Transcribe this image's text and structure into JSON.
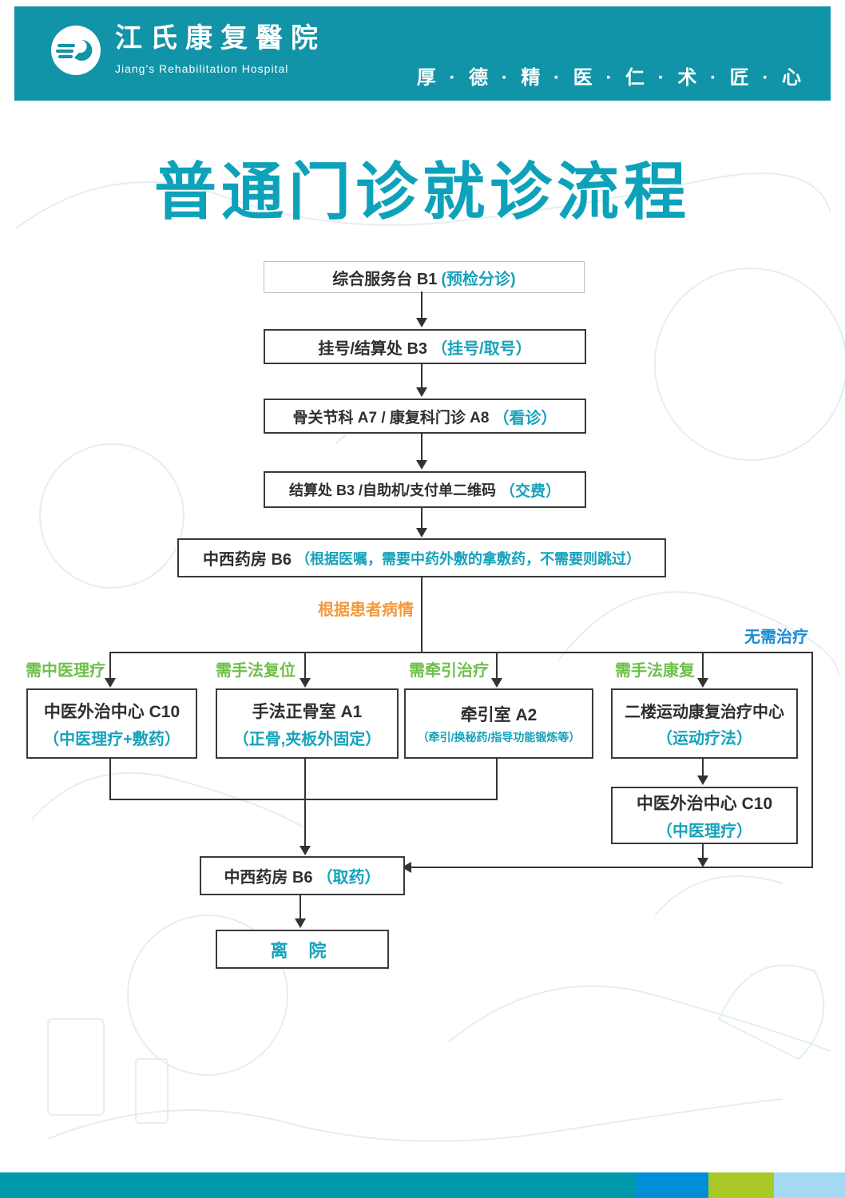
{
  "header": {
    "hospital_name_zh": "江氏康复醫院",
    "hospital_name_en": "Jiang's Rehabilitation Hospital",
    "slogan": "厚 · 德 · 精 · 医 · 仁 · 术 · 匠 · 心",
    "banner_color": "#1193a8"
  },
  "title": "普通门诊就诊流程",
  "flow": {
    "steps": [
      {
        "main": "综合服务台 B1",
        "note": "(预检分诊)"
      },
      {
        "main": "挂号/结算处 B3",
        "note": "（挂号/取号）"
      },
      {
        "main": "骨关节科 A7 / 康复科门诊 A8",
        "note": "（看诊）"
      },
      {
        "main": "结算处 B3 /自助机/支付单二维码",
        "note": "（交费）"
      },
      {
        "main": "中西药房 B6",
        "note": "（根据医嘱，需要中药外敷的拿敷药，不需要则跳过）"
      }
    ],
    "condition_label": "根据患者病情",
    "no_treatment_label": "无需治疗",
    "branch_labels": [
      "需中医理疗",
      "需手法复位",
      "需牵引治疗",
      "需手法康复"
    ],
    "branches": [
      {
        "main": "中医外治中心 C10",
        "note": "（中医理疗+敷药）"
      },
      {
        "main": "手法正骨室 A1",
        "note": "（正骨,夹板外固定）"
      },
      {
        "main": "牵引室 A2",
        "note": "（牵引/换秘药/指导功能锻炼等）"
      },
      {
        "main": "二楼运动康复治疗中心",
        "note": "（运动疗法）"
      }
    ],
    "sub_step": {
      "main": "中医外治中心 C10",
      "note": "（中医理疗）"
    },
    "pharmacy": {
      "main": "中西药房 B6",
      "note": "（取药）"
    },
    "end_label": "离  院"
  },
  "colors": {
    "accent_teal": "#17a2bb",
    "label_green": "#6fbf4b",
    "label_blue": "#1d8ad3",
    "label_orange": "#f29a3e",
    "footer": [
      "#0099ab",
      "#008fd7",
      "#a9c929",
      "#a5d8f3"
    ]
  }
}
